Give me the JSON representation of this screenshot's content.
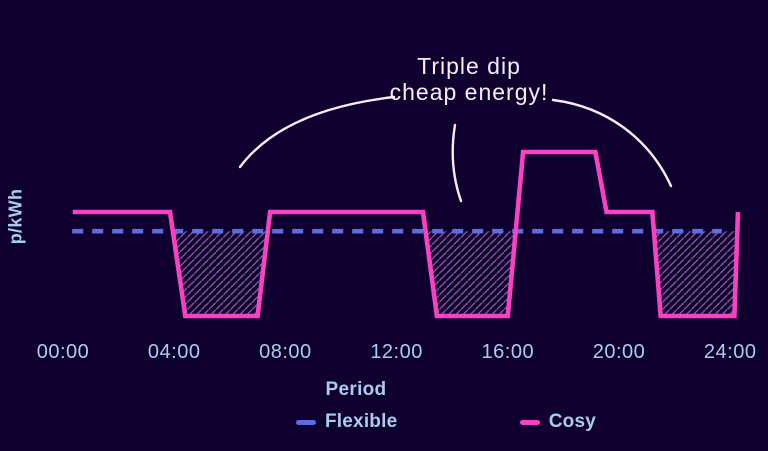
{
  "page": {
    "background_color": "#100030",
    "annotation": {
      "line1": "Triple dip",
      "line2": "cheap energy!",
      "color": "#f3eff9",
      "arrow_color": "#f3eff9",
      "arrow_targets": [
        "first-dip",
        "second-dip",
        "third-dip"
      ]
    }
  },
  "chart_data": {
    "type": "line",
    "title": "Triple dip cheap energy!",
    "xlabel": "Period",
    "ylabel": "p/kWh",
    "grid": false,
    "x_axis": {
      "unit": "time of day",
      "range_hours": [
        0,
        24
      ],
      "ticks": [
        {
          "hour": 0,
          "label": "00:00"
        },
        {
          "hour": 4,
          "label": "04:00"
        },
        {
          "hour": 8,
          "label": "08:00"
        },
        {
          "hour": 12,
          "label": "12:00"
        },
        {
          "hour": 16,
          "label": "16:00"
        },
        {
          "hour": 20,
          "label": "20:00"
        },
        {
          "hour": 24,
          "label": "24:00"
        }
      ]
    },
    "y_axis": {
      "label": "p/kWh",
      "numeric_ticks_shown": false,
      "note": "values below are relative estimates; no y scale is printed on the chart",
      "levels": {
        "cheap": 13,
        "flexible_flat": 23.6,
        "cosy_standard": 26,
        "cosy_peak": 33.5
      }
    },
    "series": [
      {
        "name": "Flexible",
        "color": "#5e6ce2",
        "style": "dashed",
        "points_hour_value": [
          [
            0.33,
            23.6
          ],
          [
            23.7,
            23.6
          ]
        ]
      },
      {
        "name": "Cosy",
        "color": "#fa41c3",
        "style": "solid",
        "points_hour_value": [
          [
            0.35,
            26
          ],
          [
            3.85,
            26
          ],
          [
            4.4,
            13
          ],
          [
            7.0,
            13
          ],
          [
            7.45,
            26
          ],
          [
            12.95,
            26
          ],
          [
            13.45,
            13
          ],
          [
            16.0,
            13
          ],
          [
            16.55,
            33.5
          ],
          [
            19.15,
            33.5
          ],
          [
            19.55,
            26
          ],
          [
            21.2,
            26
          ],
          [
            21.5,
            13
          ],
          [
            24.15,
            13
          ],
          [
            24.28,
            26
          ]
        ]
      }
    ],
    "shaded_regions": {
      "meaning": "hatched area where Cosy price dips below the Flexible flat rate (three cheap windows)",
      "hatch_color": "#d9a2e8",
      "polygons_hour_value": [
        [
          [
            3.95,
            23.6
          ],
          [
            4.4,
            13
          ],
          [
            7.0,
            13
          ],
          [
            7.37,
            23.6
          ]
        ],
        [
          [
            13.04,
            23.6
          ],
          [
            13.45,
            13
          ],
          [
            16.0,
            13
          ],
          [
            16.28,
            23.6
          ]
        ],
        [
          [
            21.26,
            23.6
          ],
          [
            21.5,
            13
          ],
          [
            24.15,
            13
          ],
          [
            24.26,
            23.6
          ]
        ]
      ]
    },
    "legend": [
      {
        "label": "Flexible",
        "color": "#5e6ce2"
      },
      {
        "label": "Cosy",
        "color": "#fa41c3"
      }
    ],
    "legend_position": "bottom"
  }
}
